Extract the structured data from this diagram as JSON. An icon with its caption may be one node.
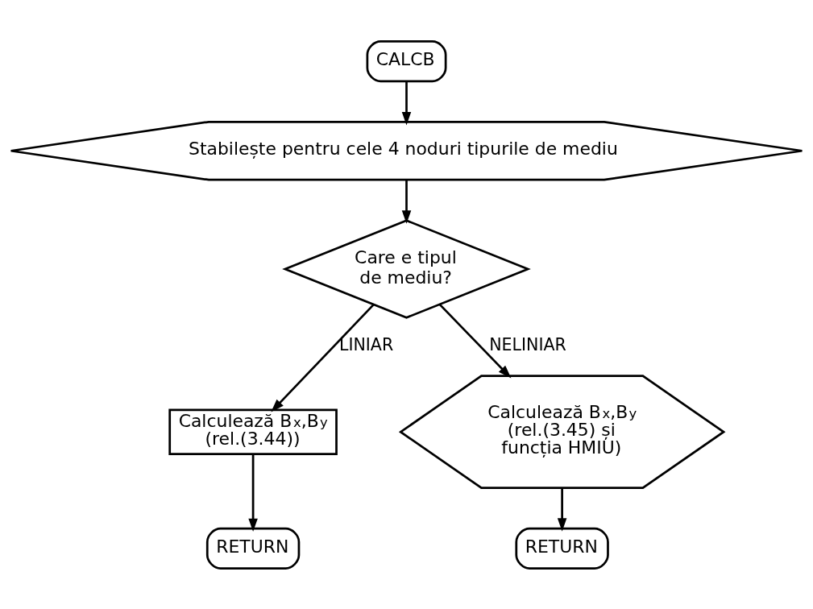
{
  "diagram": {
    "nodes": [
      {
        "text": [
          "CALCB"
        ]
      },
      {
        "text": [
          "Stabilește pentru cele 4 noduri tipurile de mediu"
        ]
      },
      {
        "text": [
          "Care e tipul de mediu?"
        ]
      },
      {
        "text": [
          "Calculează B$_{x}$,B$_{y}$ (rel.(3.44))"
        ]
      },
      {
        "text": [
          "RETURN"
        ]
      },
      {
        "text": [
          "Calculează B$_{x}$,B$_{y}$ (rel.(3.45) și funcția HMIU)"
        ]
      },
      {
        "text": [
          "RETURN"
        ]
      }
    ],
    "edges": [
      {
        "from": 0,
        "to": 1,
        "arrow": "to"
      },
      {
        "from": 1,
        "to": 2,
        "arrow": "to"
      },
      {
        "from": 2,
        "to": 3,
        "arrow": "to",
        "label": "LINIAR"
      },
      {
        "from": 2,
        "to": 5,
        "arrow": "to",
        "label": "NELINIAR"
      },
      {
        "from": 3,
        "to": 4,
        "arrow": "to"
      },
      {
        "from": 5,
        "to": 6,
        "arrow": "to"
      }
    ]
  }
}
